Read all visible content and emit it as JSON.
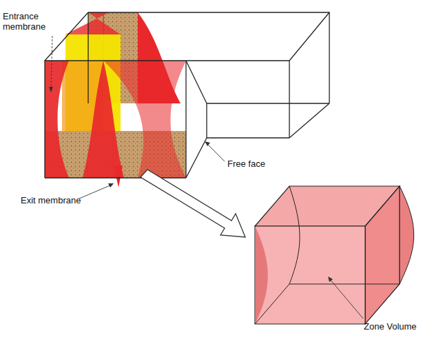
{
  "diagram": {
    "labels": [
      "Entrance membrane",
      "Free face",
      "Exit membrane",
      "Zone Volume"
    ]
  }
}
